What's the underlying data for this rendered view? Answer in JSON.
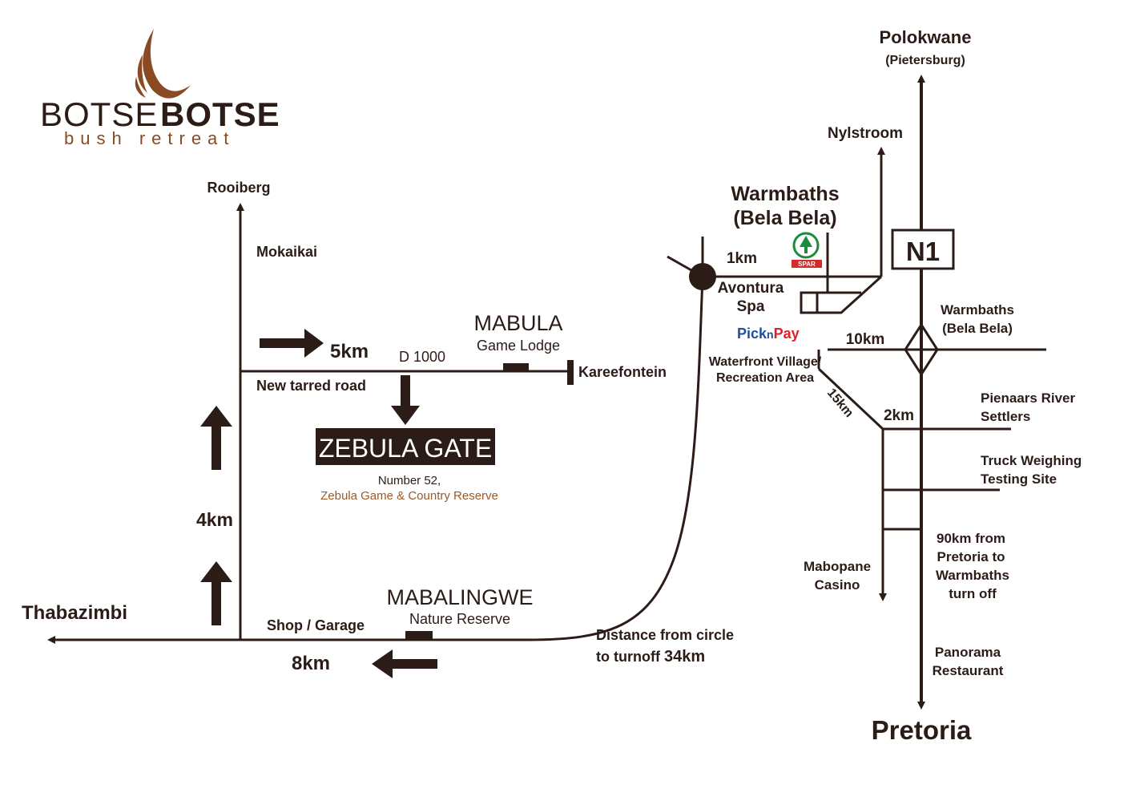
{
  "colors": {
    "road": "#2b1c17",
    "brand_brown": "#8a4a24",
    "zebula_box": "#2b1c17",
    "zebula_text": "#ffffff",
    "reserve_text": "#9a5a2a",
    "spar_green": "#1e8a3e",
    "spar_red": "#d62b2b",
    "picknpay_blue": "#1f4fa0",
    "picknpay_red": "#d8232a"
  },
  "logo": {
    "name_part1": "BOTSE",
    "name_part2": "BOTSE",
    "tagline": "bush retreat",
    "icon": "flame-swirl-logo"
  },
  "places": {
    "polokwane": "Polokwane",
    "pietersburg": "(Pietersburg)",
    "nylstroom": "Nylstroom",
    "warmbaths_title": "Warmbaths",
    "bela_bela_title": "(Bela Bela)",
    "n1": "N1",
    "warmbaths_right": "Warmbaths",
    "bela_bela_right": "(Bela Bela)",
    "avontura": "Avontura",
    "spa": "Spa",
    "waterfront1": "Waterfront Village/",
    "waterfront2": "Recreation Area",
    "pienaars1": "Pienaars River",
    "pienaars2": "Settlers",
    "truck1": "Truck Weighing",
    "truck2": "Testing Site",
    "mabopane1": "Mabopane",
    "mabopane2": "Casino",
    "pta_note1": "90km from",
    "pta_note2": "Pretoria to",
    "pta_note3": "Warmbaths",
    "pta_note4": "turn off",
    "panorama1": "Panorama",
    "panorama2": "Restaurant",
    "pretoria": "Pretoria",
    "rooiberg": "Rooiberg",
    "mokaikai": "Mokaikai",
    "mabula": "MABULA",
    "mabula_sub": "Game Lodge",
    "kareefontein": "Kareefontein",
    "d1000": "D 1000",
    "new_tarred": "New tarred road",
    "zebula_gate": "ZEBULA GATE",
    "zebula_num": "Number 52,",
    "zebula_reserve": "Zebula Game & Country Reserve",
    "mabalingwe": "MABALINGWE",
    "mabalingwe_sub": "Nature Reserve",
    "shop": "Shop / Garage",
    "thabazimbi": "Thabazimbi",
    "circle_note1": "Distance from circle",
    "circle_note2_a": "to turnoff ",
    "circle_note2_b": "34km"
  },
  "distances": {
    "d1km": "1km",
    "d10km": "10km",
    "d15km": "15km",
    "d2km": "2km",
    "d5km": "5km",
    "d4km": "4km",
    "d8km": "8km"
  },
  "store_logos": {
    "spar": "SPAR",
    "picknpay_a": "Pick",
    "picknpay_n": "n",
    "picknpay_b": "Pay"
  }
}
